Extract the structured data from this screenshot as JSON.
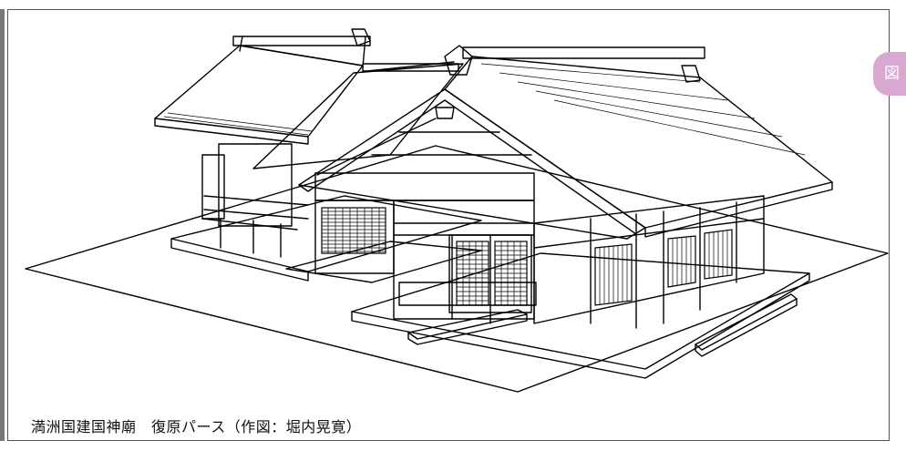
{
  "caption": "満洲国建国神廟　復原パース（作図：堀内晃寛）",
  "tab_label": "図",
  "colors": {
    "tab": "#d8a8d2",
    "line": "#000000",
    "frame": "#555555"
  },
  "icons": {
    "illustration": "shrine-building-line-drawing"
  }
}
